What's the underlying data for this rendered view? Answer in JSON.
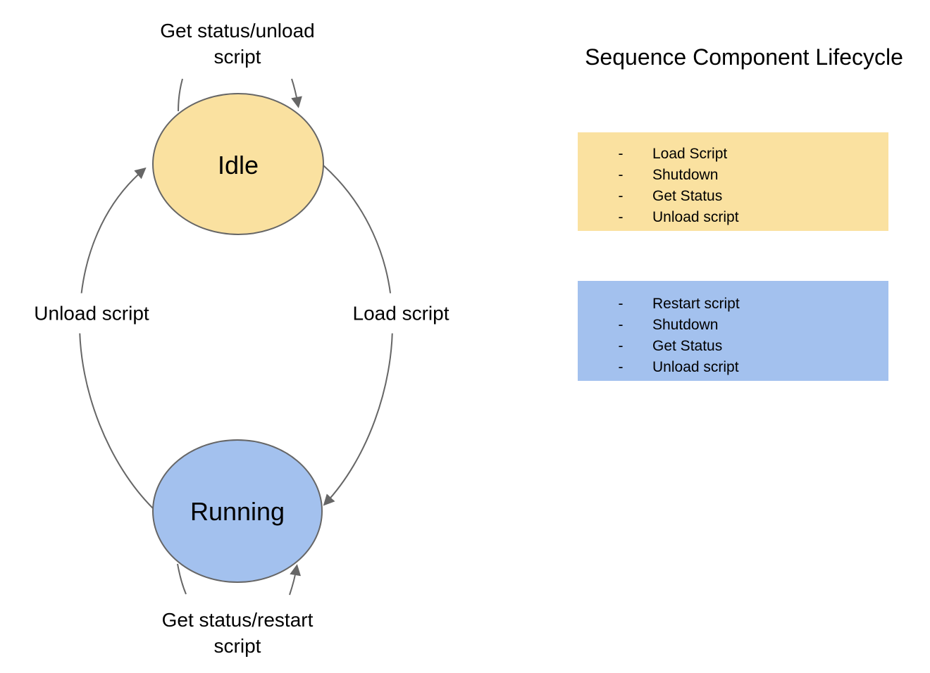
{
  "title": "Sequence Component Lifecycle",
  "colors": {
    "stroke": "#666666",
    "idle_fill": "#FAE1A0",
    "running_fill": "#A3C1EE"
  },
  "diagram": {
    "states": [
      {
        "id": "idle",
        "label": "Idle",
        "fill": "#FAE1A0"
      },
      {
        "id": "running",
        "label": "Running",
        "fill": "#A3C1EE"
      }
    ],
    "transitions": {
      "idle_self_loop": {
        "lines": [
          "Get status/unload",
          "script"
        ]
      },
      "load": {
        "label": "Load script"
      },
      "unload": {
        "label": "Unload script"
      },
      "running_self_loop": {
        "lines": [
          "Get status/restart",
          "script"
        ]
      }
    }
  },
  "legend": {
    "bullet": "-",
    "idle_box": {
      "fill": "#FAE1A0",
      "items": [
        "Load Script",
        "Shutdown",
        "Get Status",
        "Unload script"
      ]
    },
    "running_box": {
      "fill": "#A3C1EE",
      "items": [
        "Restart script",
        "Shutdown",
        "Get Status",
        "Unload script"
      ]
    }
  }
}
